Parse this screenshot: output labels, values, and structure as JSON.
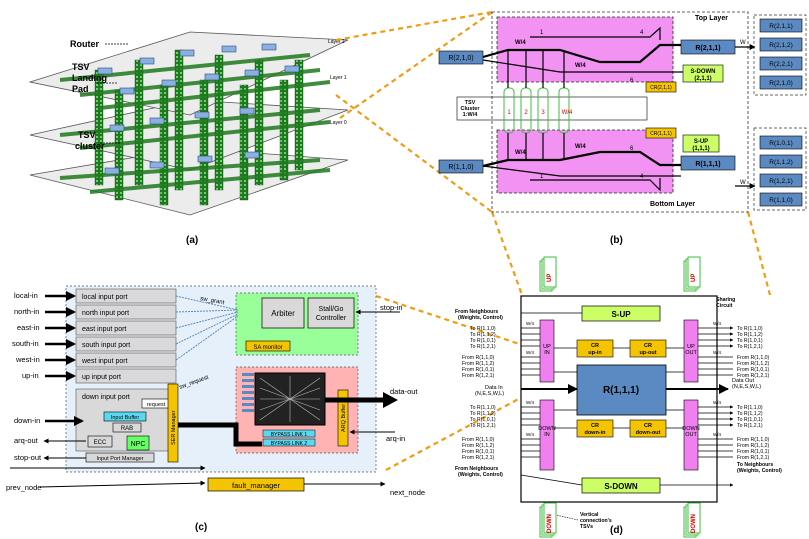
{
  "panels": {
    "a": {
      "caption": "(a)",
      "labels": {
        "router": "Router",
        "tsv_landing_pad_line1": "TSV",
        "tsv_landing_pad_line2": "Landing",
        "tsv_landing_pad_line3": "Pad",
        "tsv_cluster_line1": "TSV",
        "tsv_cluster_line2": "cluster"
      },
      "layers": [
        "Layer 2",
        "Layer 1",
        "Layer 0"
      ]
    },
    "b": {
      "caption": "(b)",
      "top_layer": "Top Layer",
      "bottom_layer": "Bottom Layer",
      "left_top": "R(2,1,0)",
      "left_bottom": "R(1,1,0)",
      "center_top": "R(2,1,1)",
      "center_bottom": "R(1,1,1)",
      "sdown": "S-DOWN\n(2,1,1)",
      "sup": "S-UP\n(1,1,1)",
      "cr_top": "CR(2,1,1)",
      "cr_bottom": "CR(1,1,1)",
      "tsv_cluster": "TSV\nCluster\n1:W/4",
      "tsv_nums": [
        "1",
        "2",
        "3",
        "W/4"
      ],
      "right_top": [
        "R(2,1,1)",
        "R(2,1,2)",
        "R(2,2,1)",
        "R(2,1,0)"
      ],
      "right_bottom": [
        "R(1,0,1)",
        "R(1,1,2)",
        "R(1,2,1)",
        "R(1,1,0)"
      ],
      "w4": "W/4",
      "w": "W",
      "six": "6",
      "four": "4",
      "one": "1"
    },
    "c": {
      "caption": "(c)",
      "inputs": [
        "local-in",
        "north-in",
        "east-in",
        "south-in",
        "west-in",
        "up-in"
      ],
      "ports": [
        "local input port",
        "north input port",
        "east input port",
        "south input port",
        "west input port",
        "up input port",
        "down input port"
      ],
      "down_in": "down-in",
      "arq_out": "arq-out",
      "stop_out": "stop-out",
      "prev_node": "prev_node",
      "arbiter": "Arbiter",
      "stall_go": "Stall/Go\nController",
      "sa_monitor": "SA monitor",
      "stop_in": "stop-in",
      "data_out": "data-out",
      "arq_in": "arq-in",
      "next_node": "next_node",
      "input_buffer": "Input Buffer",
      "rab": "RAB",
      "ecc": "ECC",
      "npc": "NPC",
      "ipm": "Input Port Manager",
      "ser": "SER Manager",
      "request": "request",
      "sw_grant": "sw_grant",
      "sw_request": "sw_request",
      "bypass1": "BYPASS LINK 1",
      "bypass2": "BYPASS LINK 2",
      "arq_buffer": "ARQ Buffer",
      "fault_manager": "fault_manager"
    },
    "d": {
      "caption": "(d)",
      "up": "UP",
      "down": "DOWN",
      "sup": "S-UP",
      "sdown": "S-DOWN",
      "center": "R(1,1,1)",
      "up_in": "UP\nIN",
      "down_in": "DOWN\nIN",
      "up_out": "UP\nOUT",
      "down_out": "DOWN\nOUT",
      "cr_up_in": "CR\nup-in",
      "cr_up_out": "CR\nup-out",
      "cr_down_in": "CR\ndown-in",
      "cr_down_out": "CR\ndown-out",
      "from_neighbours_top": "From Neighbours\n(Weights, Control)",
      "from_neighbours_bottom": "From Neighbours\n(Weights, Control)",
      "to_neighbours": "To Neighbours\n(Weights, Control)",
      "sharing_circuit": "Sharing\nCircuit",
      "vertical_tsvs": "Vertical\nconnection's\nTSVs",
      "data_in": "Data In\n(N,E,S,W,L)",
      "data_out": "Data Out\n(N,E,S,W,L)",
      "left_to_top": [
        "To R(1,1,0)",
        "To R(1,1,2)",
        "To R(1,0,1)",
        "To R(1,2,1)"
      ],
      "left_from_top": [
        "From R(1,1,0)",
        "From R(1,1,2)",
        "From R(1,0,1)",
        "From R(1,2,1)"
      ],
      "left_to_bottom": [
        "To R(1,1,0)",
        "To R(1,1,2)",
        "To R(1,0,1)",
        "To R(1,2,1)"
      ],
      "left_from_bottom": [
        "From R(1,1,0)",
        "From R(1,1,2)",
        "From R(1,0,1)",
        "From R(1,2,1)"
      ],
      "right_to_top": [
        "To R(1,1,0)",
        "To R(1,1,2)",
        "To R(1,0,1)",
        "To R(1,2,1)"
      ],
      "right_from_top": [
        "From R(1,1,0)",
        "From R(1,1,2)",
        "From R(1,0,1)",
        "From R(1,2,1)"
      ],
      "right_to_bottom": [
        "To R(1,1,0)",
        "To R(1,1,2)",
        "To R(1,0,1)",
        "To R(1,2,1)"
      ],
      "right_from_bottom": [
        "From R(1,1,0)",
        "From R(1,1,2)",
        "From R(1,0,1)",
        "From R(1,2,1)"
      ],
      "w4": "W/4",
      "w": "W"
    }
  },
  "colors": {
    "pink": "#f07ff0",
    "router_blue": "#5b8ac2",
    "yellow": "#f5c400",
    "green_box": "#ccff66",
    "bg_blue": "#e6f0fa",
    "bg_green": "#99ff99",
    "bg_red": "#ffb3b3",
    "orange_dash": "#f39c12"
  }
}
